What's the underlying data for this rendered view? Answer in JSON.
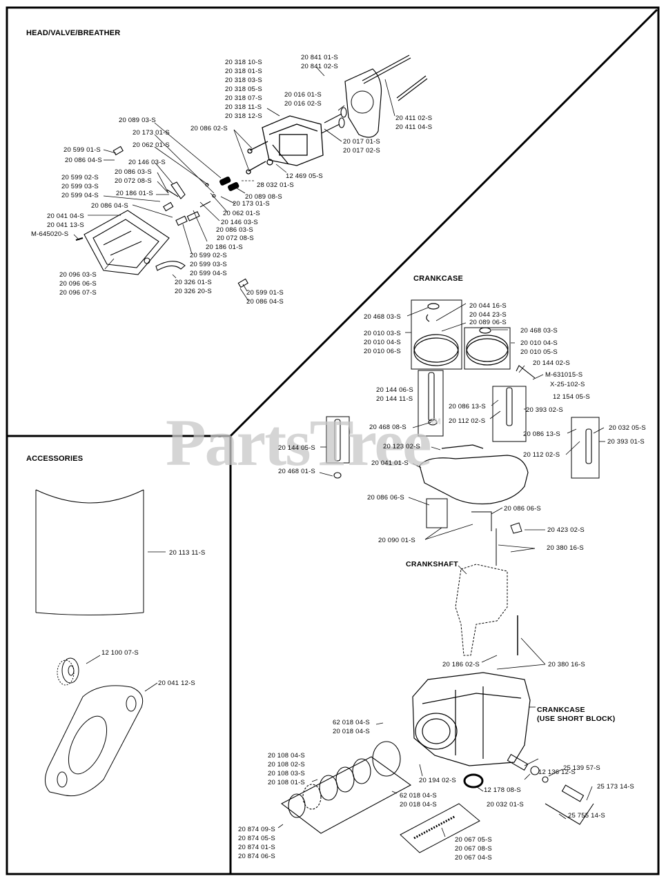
{
  "watermark": {
    "text": "PartsTree",
    "tm": "TM"
  },
  "sections": {
    "head": {
      "title": "HEAD/VALVE/BREATHER",
      "labels": [
        {
          "id": "cyl-head",
          "lines": [
            "20 318 10-S",
            "20 318 01-S",
            "20 318 03-S",
            "20 318 05-S",
            "20 318 07-S",
            "20 318 11-S",
            "20 318 12-S"
          ]
        },
        {
          "id": "head-gasket",
          "lines": [
            "20 841 01-S",
            "20 841 02-S"
          ]
        },
        {
          "id": "valve-intake",
          "lines": [
            "20 016 01-S",
            "20 016 02-S"
          ]
        },
        {
          "id": "valve-exhaust",
          "lines": [
            "20 017 01-S",
            "20 017 02-S"
          ]
        },
        {
          "id": "pushrod",
          "lines": [
            "20 411 02-S",
            "20 411 04-S"
          ]
        },
        {
          "id": "head-bolt",
          "lines": [
            "20 086 02-S"
          ]
        },
        {
          "id": "washer-head",
          "lines": [
            "12 469 05-S"
          ]
        },
        {
          "id": "keeper",
          "lines": [
            "28 032 01-S"
          ]
        },
        {
          "id": "spring-upper",
          "lines": [
            "20 089 03-S"
          ]
        },
        {
          "id": "retainer-upper",
          "lines": [
            "20 173 01-S"
          ]
        },
        {
          "id": "seal-upper",
          "lines": [
            "20 062 01-S"
          ]
        },
        {
          "id": "clip-a",
          "lines": [
            "20 599 01-S"
          ]
        },
        {
          "id": "screw-a",
          "lines": [
            "20 086 04-S"
          ]
        },
        {
          "id": "rocker-stud-upper",
          "lines": [
            "20 146 03-S"
          ]
        },
        {
          "id": "stud-screw-upper",
          "lines": [
            "20 086 03-S",
            "20 072 08-S"
          ]
        },
        {
          "id": "clip-set",
          "lines": [
            "20 599 02-S",
            "20 599 03-S",
            "20 599 04-S"
          ]
        },
        {
          "id": "rocker-upper",
          "lines": [
            "20 186 01-S"
          ]
        },
        {
          "id": "screw-b",
          "lines": [
            "20 086 04-S"
          ]
        },
        {
          "id": "cover-gasket",
          "lines": [
            "20 041 04-S",
            "20 041 13-S"
          ]
        },
        {
          "id": "m-screw",
          "lines": [
            "M-645020-S"
          ]
        },
        {
          "id": "spring-lower",
          "lines": [
            "20 089 08-S"
          ]
        },
        {
          "id": "retainer-lower",
          "lines": [
            "20 173 01-S"
          ]
        },
        {
          "id": "seal-lower",
          "lines": [
            "20 062 01-S"
          ]
        },
        {
          "id": "stud-lower",
          "lines": [
            "20 146 03-S"
          ]
        },
        {
          "id": "screw-lower",
          "lines": [
            "20 086 03-S"
          ]
        },
        {
          "id": "nut-lower",
          "lines": [
            "20 072 08-S"
          ]
        },
        {
          "id": "rocker-lower",
          "lines": [
            "20 186 01-S"
          ]
        },
        {
          "id": "clip-set-lower",
          "lines": [
            "20 599 02-S",
            "20 599 03-S",
            "20 599 04-S"
          ]
        },
        {
          "id": "valve-cover",
          "lines": [
            "20 096 03-S",
            "20 096 06-S",
            "20 096 07-S"
          ]
        },
        {
          "id": "breather-hose",
          "lines": [
            "20 326 01-S",
            "20 326 20-S"
          ]
        },
        {
          "id": "clip-bottom",
          "lines": [
            "20 599 01-S",
            "20 086 04-S"
          ]
        }
      ]
    },
    "accessories": {
      "title": "ACCESSORIES",
      "labels": [
        {
          "id": "shield",
          "lines": [
            "20 113 11-S"
          ]
        },
        {
          "id": "grommet",
          "lines": [
            "12 100 07-S"
          ]
        },
        {
          "id": "exhaust-gasket",
          "lines": [
            "20 041 12-S"
          ]
        }
      ]
    },
    "crankcase": {
      "title": "CRANKCASE",
      "notes": {
        "crankshaft": "CRANKSHAFT",
        "crankcase": [
          "CRANKCASE",
          "(USE SHORT BLOCK)"
        ]
      },
      "labels": [
        {
          "id": "washer-cam-a",
          "lines": [
            "20 468 03-S"
          ]
        },
        {
          "id": "cam-parts",
          "lines": [
            "20 044 16-S",
            "20 044 23-S"
          ]
        },
        {
          "id": "cam-spring",
          "lines": [
            "20 089 06-S"
          ]
        },
        {
          "id": "camshaft-a",
          "lines": [
            "20 010 03-S",
            "20 010 04-S",
            "20 010 06-S"
          ]
        },
        {
          "id": "washer-cam-b",
          "lines": [
            "20 468 03-S"
          ]
        },
        {
          "id": "camshaft-b",
          "lines": [
            "20 010 04-S",
            "20 010 05-S"
          ]
        },
        {
          "id": "gov-link",
          "lines": [
            "20 144 02-S"
          ]
        },
        {
          "id": "m-part",
          "lines": [
            "M-631015-S"
          ]
        },
        {
          "id": "x-part",
          "lines": [
            "X-25-102-S"
          ]
        },
        {
          "id": "clip-gov",
          "lines": [
            "12 154 05-S"
          ]
        },
        {
          "id": "gov-shaft",
          "lines": [
            "20 144 06-S",
            "20 144 11-S"
          ]
        },
        {
          "id": "screw-gov-a",
          "lines": [
            "20 086 13-S"
          ]
        },
        {
          "id": "gov-assy-a",
          "lines": [
            "20 393 02-S"
          ]
        },
        {
          "id": "pin-gov-a",
          "lines": [
            "20 112 02-S"
          ]
        },
        {
          "id": "washer-gov",
          "lines": [
            "20 468 08-S"
          ]
        },
        {
          "id": "screw-gov-b",
          "lines": [
            "20 086 13-S"
          ]
        },
        {
          "id": "plug-gov-b",
          "lines": [
            "20 032 05-S"
          ]
        },
        {
          "id": "gov-assy-b",
          "lines": [
            "20 393 01-S"
          ]
        },
        {
          "id": "pin-gov-b",
          "lines": [
            "20 112 02-S"
          ]
        },
        {
          "id": "shaft-b",
          "lines": [
            "20 144 05-S"
          ]
        },
        {
          "id": "tube",
          "lines": [
            "20 123 02-S"
          ]
        },
        {
          "id": "washer-b",
          "lines": [
            "20 468 01-S"
          ]
        },
        {
          "id": "crankcase-gasket",
          "lines": [
            "20 041 01-S"
          ]
        },
        {
          "id": "screw-bracket-a",
          "lines": [
            "20 086 06-S"
          ]
        },
        {
          "id": "screw-bracket-b",
          "lines": [
            "20 086 06-S"
          ]
        },
        {
          "id": "block",
          "lines": [
            "20 423 02-S"
          ]
        },
        {
          "id": "bracket",
          "lines": [
            "20 090 01-S"
          ]
        },
        {
          "id": "dowel-a",
          "lines": [
            "20 380 16-S"
          ]
        },
        {
          "id": "rod-b",
          "lines": [
            "20 186 02-S"
          ]
        },
        {
          "id": "dowel-b",
          "lines": [
            "20 380 16-S"
          ]
        },
        {
          "id": "ring-clip",
          "lines": [
            "62 018 04-S",
            "20 018 04-S"
          ]
        },
        {
          "id": "piston",
          "lines": [
            "20 108 04-S",
            "20 108 02-S",
            "20 108 03-S",
            "20 108 01-S"
          ]
        },
        {
          "id": "ball",
          "lines": [
            "20 194 02-S"
          ]
        },
        {
          "id": "ring-clip-b",
          "lines": [
            "62 018 04-S",
            "20 018 04-S"
          ]
        },
        {
          "id": "oil-seal",
          "lines": [
            "20 032 01-S"
          ]
        },
        {
          "id": "drain-plug",
          "lines": [
            "12 136 12-S"
          ]
        },
        {
          "id": "cap",
          "lines": [
            "12 178 08-S"
          ]
        },
        {
          "id": "nut-drain",
          "lines": [
            "25 139 57-S"
          ]
        },
        {
          "id": "valve-drain",
          "lines": [
            "25 173 14-S"
          ]
        },
        {
          "id": "drain-kit",
          "lines": [
            "25 755 14-S"
          ]
        },
        {
          "id": "rings",
          "lines": [
            "20 874 09-S",
            "20 874 05-S",
            "20 874 01-S",
            "20 874 06-S"
          ]
        },
        {
          "id": "conrod",
          "lines": [
            "20 067 05-S",
            "20 067 08-S",
            "20 067 04-S"
          ]
        }
      ]
    }
  }
}
